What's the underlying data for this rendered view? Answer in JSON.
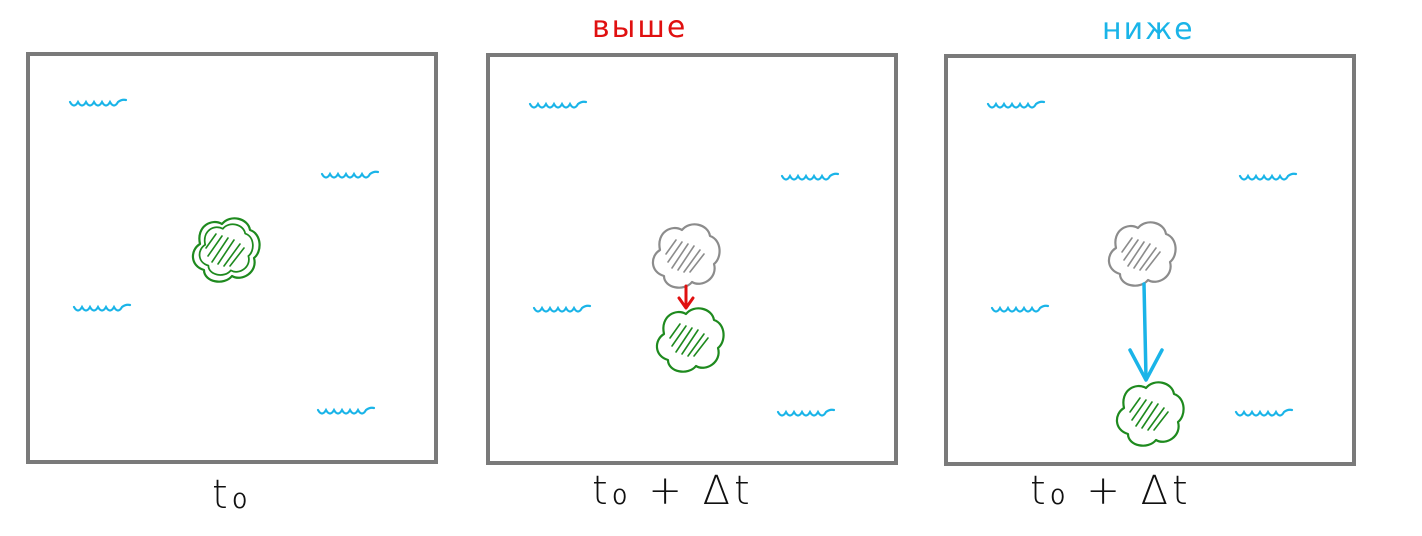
{
  "colors": {
    "frame": "#7a7a7a",
    "water": "#1ab4e8",
    "particle_current": "#1e8a1e",
    "particle_previous": "#8c8c8c",
    "arrow_above": "#e01010",
    "arrow_below": "#1ab4e8",
    "label_above": "#e01010",
    "label_below": "#1ab4e8"
  },
  "icons": {
    "wave": "wave-icon",
    "particle": "particle-blob-icon",
    "arrow": "arrow-down-icon"
  },
  "panels": [
    {
      "caption": "t₀",
      "heading": ""
    },
    {
      "caption": "t₀ + Δt",
      "heading": "выше"
    },
    {
      "caption": "t₀ + Δt",
      "heading": "ниже"
    }
  ]
}
